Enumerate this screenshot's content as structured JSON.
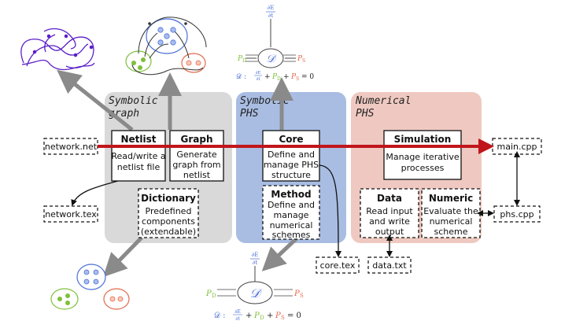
{
  "panels": {
    "symbolic_graph": {
      "title_line1": "Symbolic",
      "title_line2": "graph",
      "color": "#d9d9d9"
    },
    "symbolic_phs": {
      "title_line1": "Symbolic",
      "title_line2": "PHS",
      "color": "#a9bde3"
    },
    "numerical_phs": {
      "title_line1": "Numerical",
      "title_line2": "PHS",
      "color": "#efc9c1"
    }
  },
  "modules": {
    "netlist": {
      "title": "Netlist",
      "line1": "Read/write a",
      "line2": "netlist file"
    },
    "graph": {
      "title": "Graph",
      "line1": "Generate",
      "line2": "graph from",
      "line3": "netlist"
    },
    "dictionary": {
      "title": "Dictionary",
      "line1": "Predefined",
      "line2": "components",
      "line3": "(extendable)"
    },
    "core": {
      "title": "Core",
      "line1": "Define and",
      "line2": "manage PHS",
      "line3": "structure"
    },
    "method": {
      "title": "Method",
      "line1": "Define and",
      "line2": "manage",
      "line3": "numerical",
      "line4": "schemes"
    },
    "simulation": {
      "title": "Simulation",
      "line1": "Manage iterative",
      "line2": "processes"
    },
    "data": {
      "title": "Data",
      "line1": "Read input",
      "line2": "and write",
      "line3": "output"
    },
    "numeric": {
      "title": "Numeric",
      "line1": "Evaluate the",
      "line2": "numerical",
      "line3": "scheme"
    }
  },
  "files": {
    "network_net": "network.net",
    "network_tex": "network.tex",
    "core_tex": "core.tex",
    "data_txt": "data.txt",
    "main_cpp": "main.cpp",
    "phs_cpp": "phs.cpp"
  },
  "phs_symbols": {
    "D": "𝒟",
    "dEdt_num": "∂E",
    "dEdt_den": "∂t",
    "PD": "P",
    "PD_sub": "D",
    "PS": "P",
    "PS_sub": "S",
    "eq_prefix": "𝒟 :",
    "eq_plus1": "+",
    "eq_plus2": "+",
    "eq_zero": "= 0"
  },
  "colors": {
    "main_arrow": "#c0161b",
    "gray_arrow": "#8a8a8a",
    "dE_blue": "#4b6fd6",
    "pd_green": "#7dc03a",
    "ps_orange": "#e4694d",
    "graph_purple": "#5a1ec8"
  }
}
